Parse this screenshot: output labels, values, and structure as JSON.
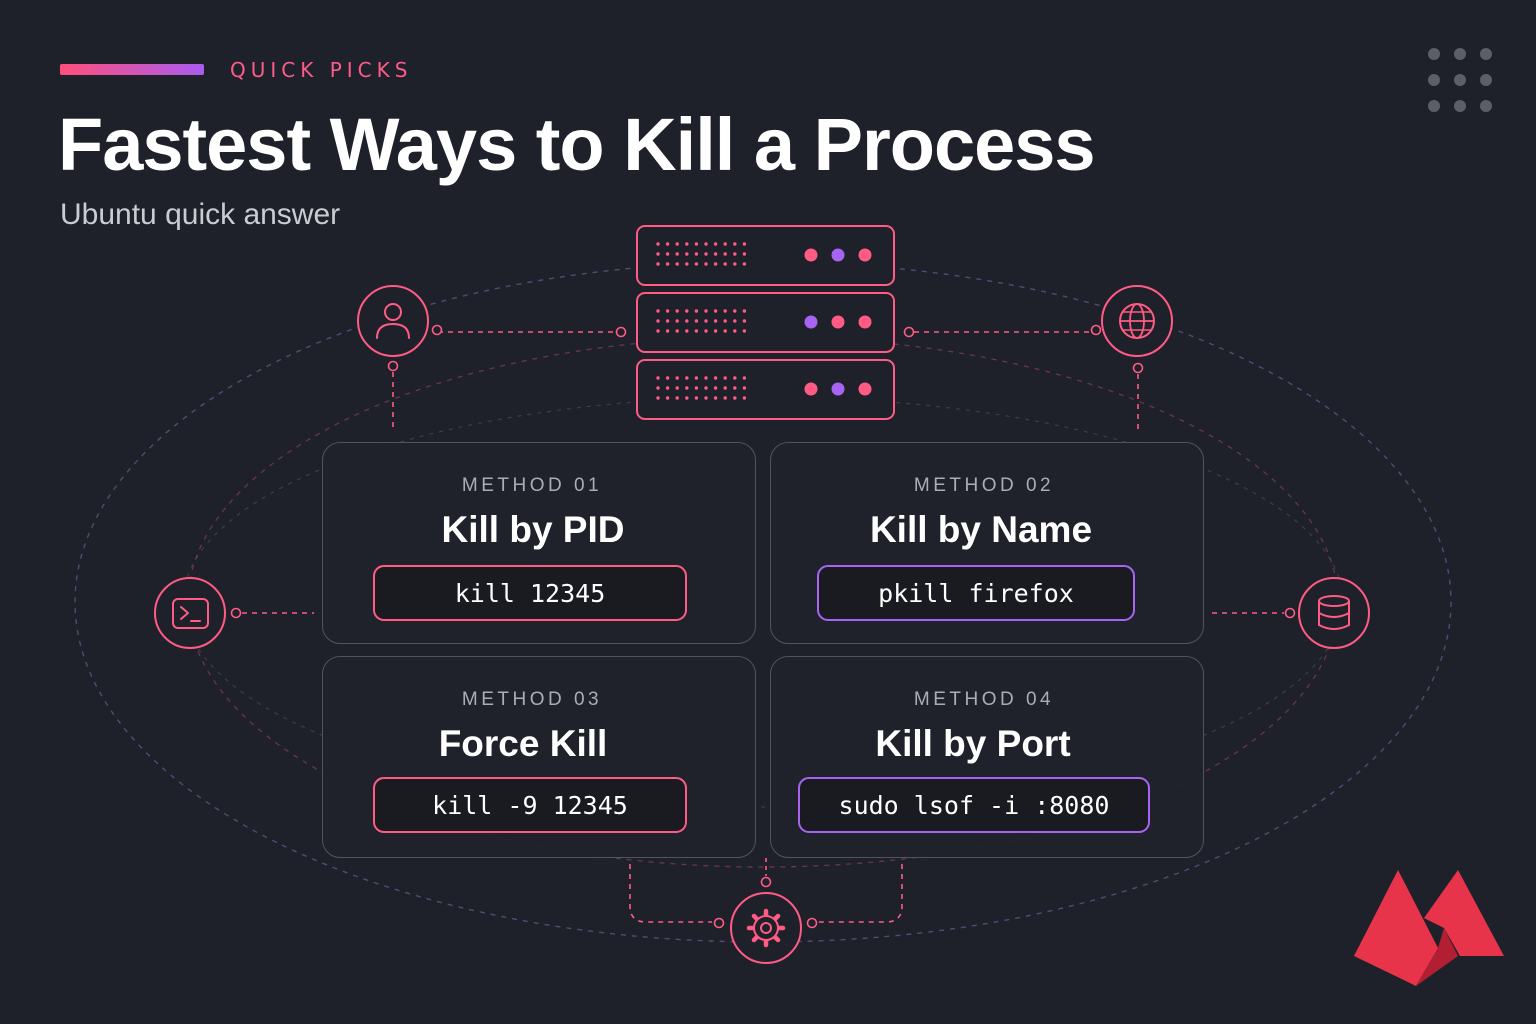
{
  "header": {
    "eyebrow": "QUICK PICKS",
    "title": "Fastest Ways to Kill a Process",
    "subtitle": "Ubuntu quick answer"
  },
  "methods": [
    {
      "label": "METHOD 01",
      "title": "Kill by PID",
      "command": "kill 12345",
      "accent": "#ff5b84"
    },
    {
      "label": "METHOD 02",
      "title": "Kill by Name",
      "command": "pkill firefox",
      "accent": "#a764f2"
    },
    {
      "label": "METHOD 03",
      "title": "Force Kill",
      "command": "kill -9 12345",
      "accent": "#ff5b84"
    },
    {
      "label": "METHOD 04",
      "title": "Kill by Port",
      "command": "sudo lsof -i :8080",
      "accent": "#a764f2"
    }
  ],
  "icons": {
    "server": "server-rack-icon",
    "top_left": "user-icon",
    "top_right": "globe-icon",
    "middle_left": "terminal-icon",
    "middle_right": "database-icon",
    "bottom": "gear-icon",
    "brand": "brand-logo"
  },
  "colors": {
    "background": "#1e2129",
    "pink": "#ff5b84",
    "purple": "#a764f2",
    "logo_red": "#e8344a"
  }
}
